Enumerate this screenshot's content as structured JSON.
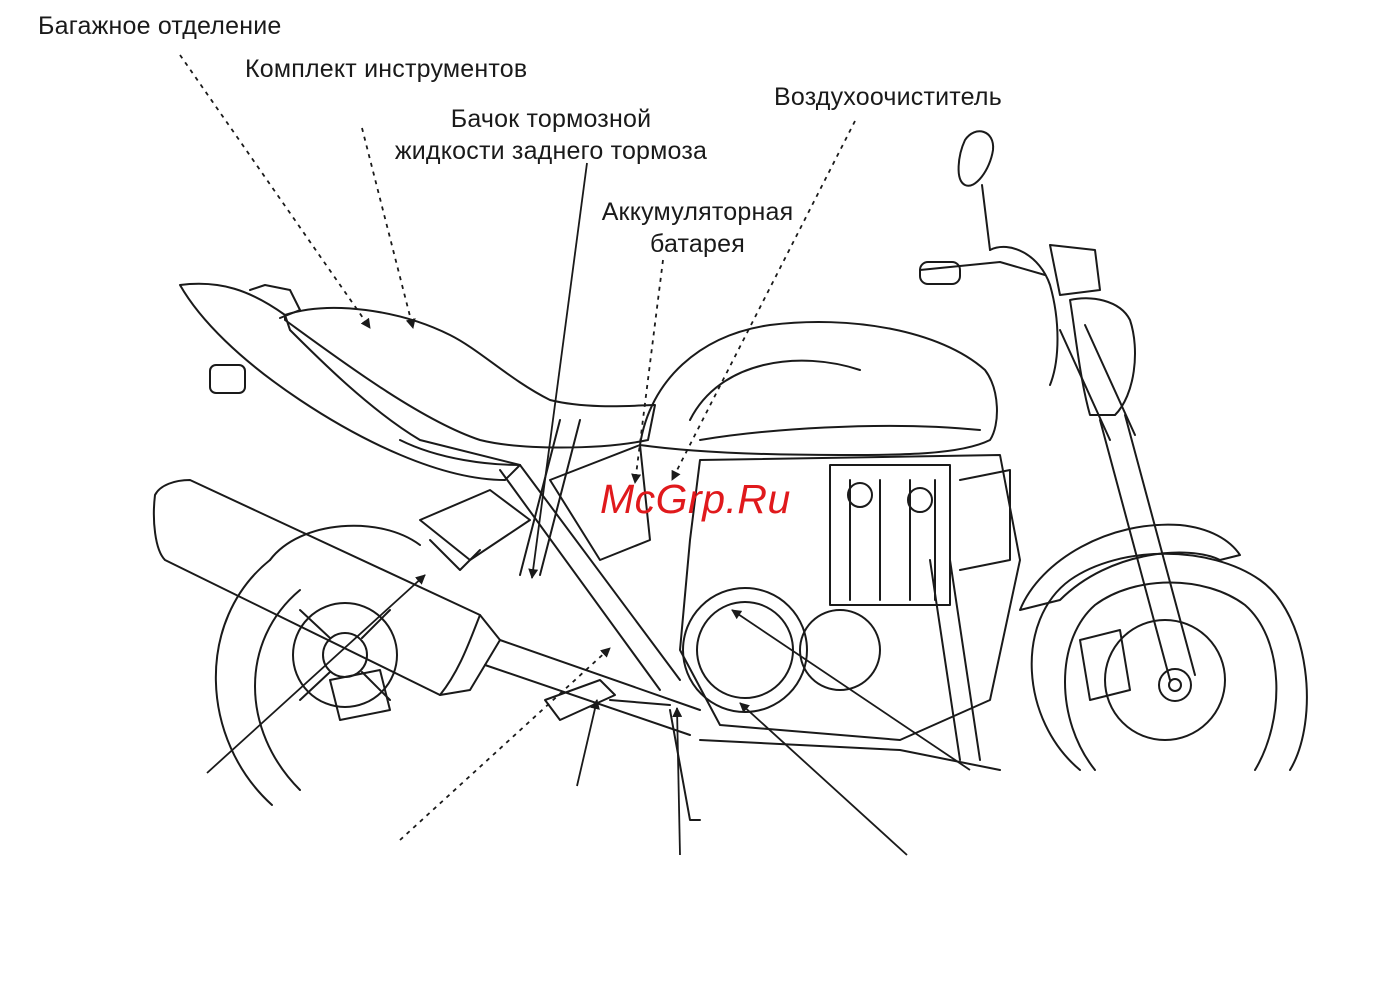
{
  "labels": {
    "luggage": "Багажное отделение",
    "toolkit": "Комплект инструментов",
    "brake_reservoir_line1": "Бачок тормозной",
    "brake_reservoir_line2": "жидкости заднего тормоза",
    "air_cleaner": "Воздухоочиститель",
    "battery_line1": "Аккумуляторная",
    "battery_line2": "батарея"
  },
  "watermark": "McGrp.Ru",
  "colors": {
    "line": "#1a1a1a",
    "watermark": "#e0191c",
    "background": "#ffffff"
  }
}
